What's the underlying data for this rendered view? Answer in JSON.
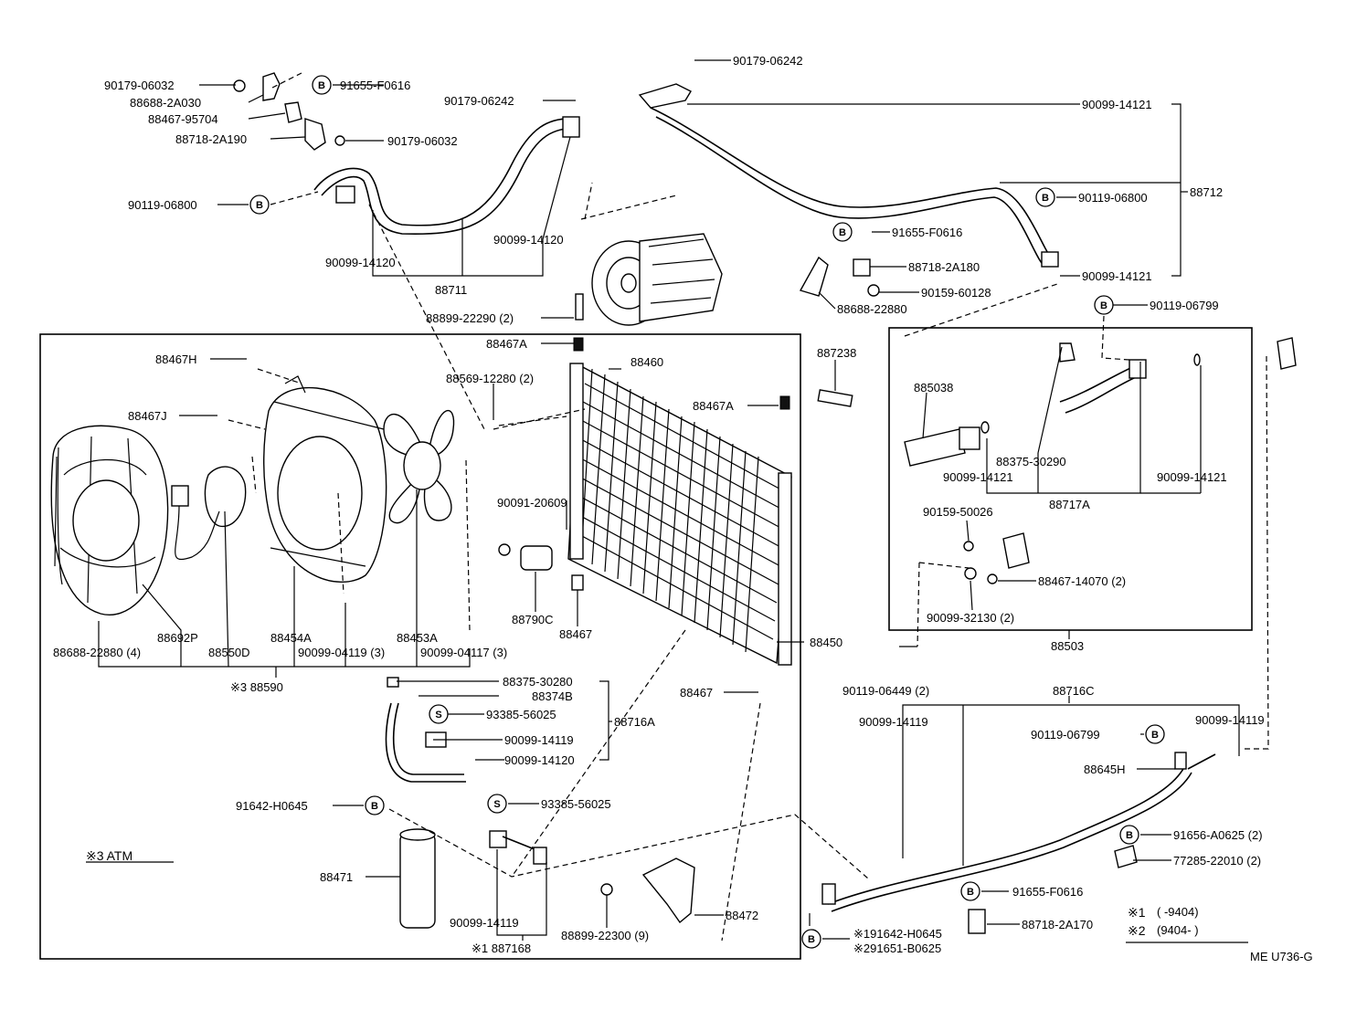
{
  "diagram_id": "ME U736-G",
  "callout_letters": {
    "b": "B",
    "s": "S"
  },
  "legend": {
    "atm_note": "※3 ATM",
    "note1_mark": "※1",
    "note1_range": "(      -9404)",
    "note2_mark": "※2",
    "note2_range": "(9404-        )"
  },
  "labels": {
    "p90179_06032_a": "90179-06032",
    "p88688_2A030": "88688-2A030",
    "p88467_95704": "88467-95704",
    "p88718_2A190": "88718-2A190",
    "p90179_06032_b": "90179-06032",
    "p91655_F0616_a": "91655-F0616",
    "p90179_06242_a": "90179-06242",
    "p90119_06800_a": "90119-06800",
    "p90099_14120_a": "90099-14120",
    "p90099_14120_b": "90099-14120",
    "p88711": "88711",
    "p88899_22290": "88899-22290 (2)",
    "p90179_06242_b": "90179-06242",
    "p90099_14121_a": "90099-14121",
    "p88712": "88712",
    "p90119_06800_b": "90119-06800",
    "p91655_F0616_b": "91655-F0616",
    "p88718_2A180": "88718-2A180",
    "p90099_14121_b": "90099-14121",
    "p90159_60128": "90159-60128",
    "p88688_22880_a": "88688-22880",
    "p90119_06799_a": "90119-06799",
    "p88467A_a": "88467A",
    "p88460": "88460",
    "p887238": "887238",
    "p88467H": "88467H",
    "p88569_12280": "88569-12280 (2)",
    "p88467J": "88467J",
    "p88467A_b": "88467A",
    "p885038": "885038",
    "p88375_30290": "88375-30290",
    "p90099_14121_c": "90099-14121",
    "p90099_14121_d": "90099-14121",
    "p88717A": "88717A",
    "p90091_20609": "90091-20609",
    "p90159_50026": "90159-50026",
    "p88467_14070": "88467-14070 (2)",
    "p90099_32130": "90099-32130 (2)",
    "p88503": "88503",
    "p88790C": "88790C",
    "p88467_a": "88467",
    "p88450": "88450",
    "p88692P": "88692P",
    "p88454A": "88454A",
    "p88453A": "88453A",
    "p88688_22880_b": "88688-22880 (4)",
    "p88550D": "88550D",
    "p90099_04119": "90099-04119 (3)",
    "p90099_04117": "90099-04117 (3)",
    "p88590": "※3  88590",
    "p90119_06449": "90119-06449 (2)",
    "p88716C": "88716C",
    "p88375_30280": "88375-30280",
    "p88374B": "88374B",
    "p93385_56025_a": "93385-56025",
    "p88716A": "88716A",
    "p90099_14119_a": "90099-14119",
    "p90099_14120_c": "90099-14120",
    "p88467_b": "88467",
    "p90099_14119_b": "90099-14119",
    "p90099_14119_c": "90099-14119",
    "p90119_06799_b": "90119-06799",
    "p88645H": "88645H",
    "p91642_H0645_a": "91642-H0645",
    "p93385_56025_b": "93385-56025",
    "p91656_A0625": "91656-A0625 (2)",
    "p77285_22010": "77285-22010 (2)",
    "p88471": "88471",
    "p88472": "88472",
    "p91655_F0616_c": "91655-F0616",
    "p88899_22300": "88899-22300 (9)",
    "p88718_2A170": "88718-2A170",
    "p90099_14119_d": "90099-14119",
    "p887168": "※1  887168",
    "p91642_H0645_b": "※191642-H0645",
    "p91651_B0625": "※291651-B0625"
  }
}
